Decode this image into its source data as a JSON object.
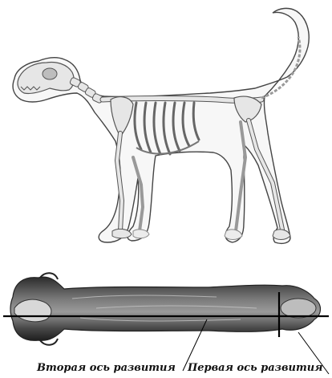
{
  "labels": {
    "second_axis": "Вторая ось развития",
    "first_axis": "Первая ось развития"
  },
  "colors": {
    "skin_outline": "#444444",
    "bone_fill": "#e6e6e6",
    "bone_stroke": "#555555",
    "body_top_view": "#5a5a5a",
    "axis_line": "#000000"
  },
  "icons": [
    "dog-skeleton-illustration",
    "dog-top-view-illustration"
  ]
}
